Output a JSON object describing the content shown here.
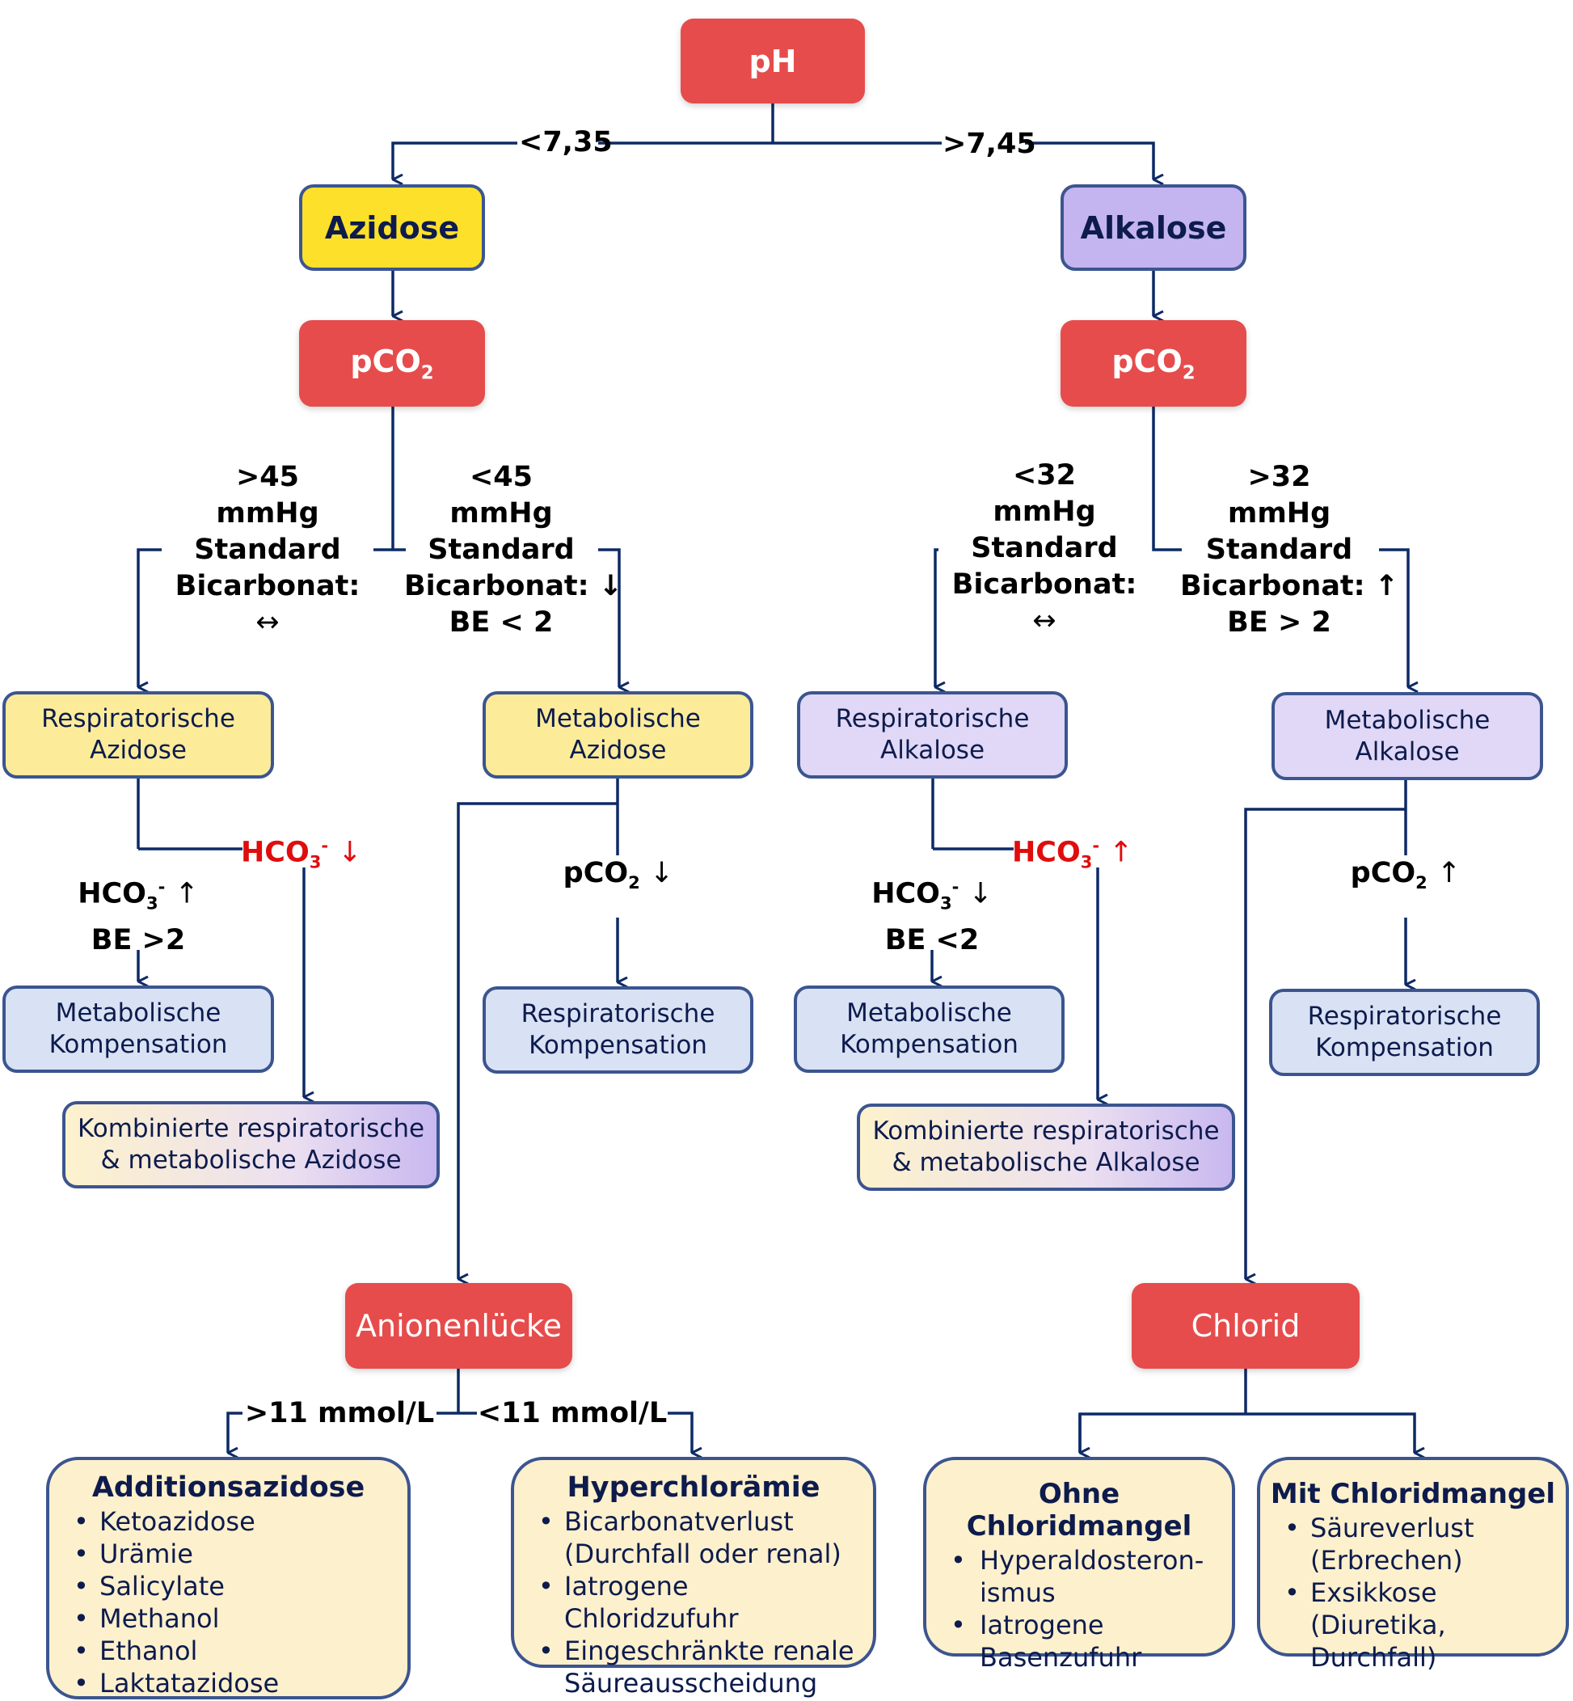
{
  "root": {
    "label": "pH"
  },
  "branch_labels": {
    "left": "<7,35",
    "right": ">7,45"
  },
  "azidose": {
    "label": "Azidose",
    "pco2": {
      "base": "pCO",
      "sub": "2"
    },
    "cond_left": {
      "lines": [
        ">45",
        "mmHg",
        "Standard",
        "Bicarbonat:",
        "↔"
      ]
    },
    "cond_right": {
      "lines": [
        "<45",
        "mmHg",
        "Standard",
        "Bicarbonat: ↓",
        "BE < 2"
      ]
    },
    "resp": {
      "line1": "Respiratorische",
      "line2": "Azidose"
    },
    "met": {
      "line1": "Metabolische",
      "line2": "Azidose"
    },
    "resp_hco3_up": {
      "base": "HCO",
      "sub": "3",
      "sup": "-",
      "arrow": "↑",
      "line2": "BE >2"
    },
    "resp_hco3_down": {
      "base": "HCO",
      "sub": "3",
      "sup": "-",
      "arrow": "↓"
    },
    "met_pco2": {
      "base": "pCO",
      "sub": "2",
      "arrow": "↓"
    },
    "met_komp": {
      "line1": "Metabolische",
      "line2": "Kompensation"
    },
    "resp_komp": {
      "line1": "Respiratorische",
      "line2": "Kompensation"
    },
    "combined": {
      "line1": "Kombinierte respiratorische",
      "line2": "& metabolische Azidose"
    },
    "anion_gap": {
      "label": "Anionenlücke"
    },
    "gap_high": ">11 mmol/L",
    "gap_low": "<11 mmol/L",
    "addition": {
      "title": "Additionsazidose",
      "items": [
        "Ketoazidose",
        "Urämie",
        "Salicylate",
        "Methanol",
        "Ethanol",
        "Laktatazidose"
      ]
    },
    "hyperchlor": {
      "title": "Hyperchlorämie",
      "items": [
        "Bicarbonatverlust (Durchfall oder renal)",
        "Iatrogene Chloridzufuhr",
        "Eingeschränkte renale Säureausscheidung"
      ]
    }
  },
  "alkalose": {
    "label": "Alkalose",
    "pco2": {
      "base": "pCO",
      "sub": "2"
    },
    "cond_left": {
      "lines": [
        "<32",
        "mmHg",
        "Standard",
        "Bicarbonat:",
        "↔"
      ]
    },
    "cond_right": {
      "lines": [
        ">32",
        "mmHg",
        "Standard",
        "Bicarbonat: ↑",
        "BE > 2"
      ]
    },
    "resp": {
      "line1": "Respiratorische",
      "line2": "Alkalose"
    },
    "met": {
      "line1": "Metabolische",
      "line2": "Alkalose"
    },
    "resp_hco3_down": {
      "base": "HCO",
      "sub": "3",
      "sup": "-",
      "arrow": "↓",
      "line2": "BE <2"
    },
    "resp_hco3_up": {
      "base": "HCO",
      "sub": "3",
      "sup": "-",
      "arrow": "↑"
    },
    "met_pco2": {
      "base": "pCO",
      "sub": "2",
      "arrow": "↑"
    },
    "met_komp": {
      "line1": "Metabolische",
      "line2": "Kompensation"
    },
    "resp_komp": {
      "line1": "Respiratorische",
      "line2": "Kompensation"
    },
    "combined": {
      "line1": "Kombinierte respiratorische",
      "line2": "& metabolische Alkalose"
    },
    "chlorid": {
      "label": "Chlorid"
    },
    "ohne": {
      "title": "Ohne Chloridmangel",
      "items": [
        "Hyperaldosteron-ismus",
        "Iatrogene Basenzufuhr"
      ]
    },
    "mit": {
      "title": "Mit Chloridmangel",
      "items": [
        "Säureverlust (Erbrechen)",
        "Exsikkose (Diuretika, Durchfall)"
      ]
    }
  },
  "colors": {
    "decision_red": "#e64c4c",
    "azidose_yellow": "#fde02a",
    "alkalose_purple": "#c4b4f0",
    "line_navy": "#0d2a66",
    "alert_red": "#e00d0d"
  }
}
